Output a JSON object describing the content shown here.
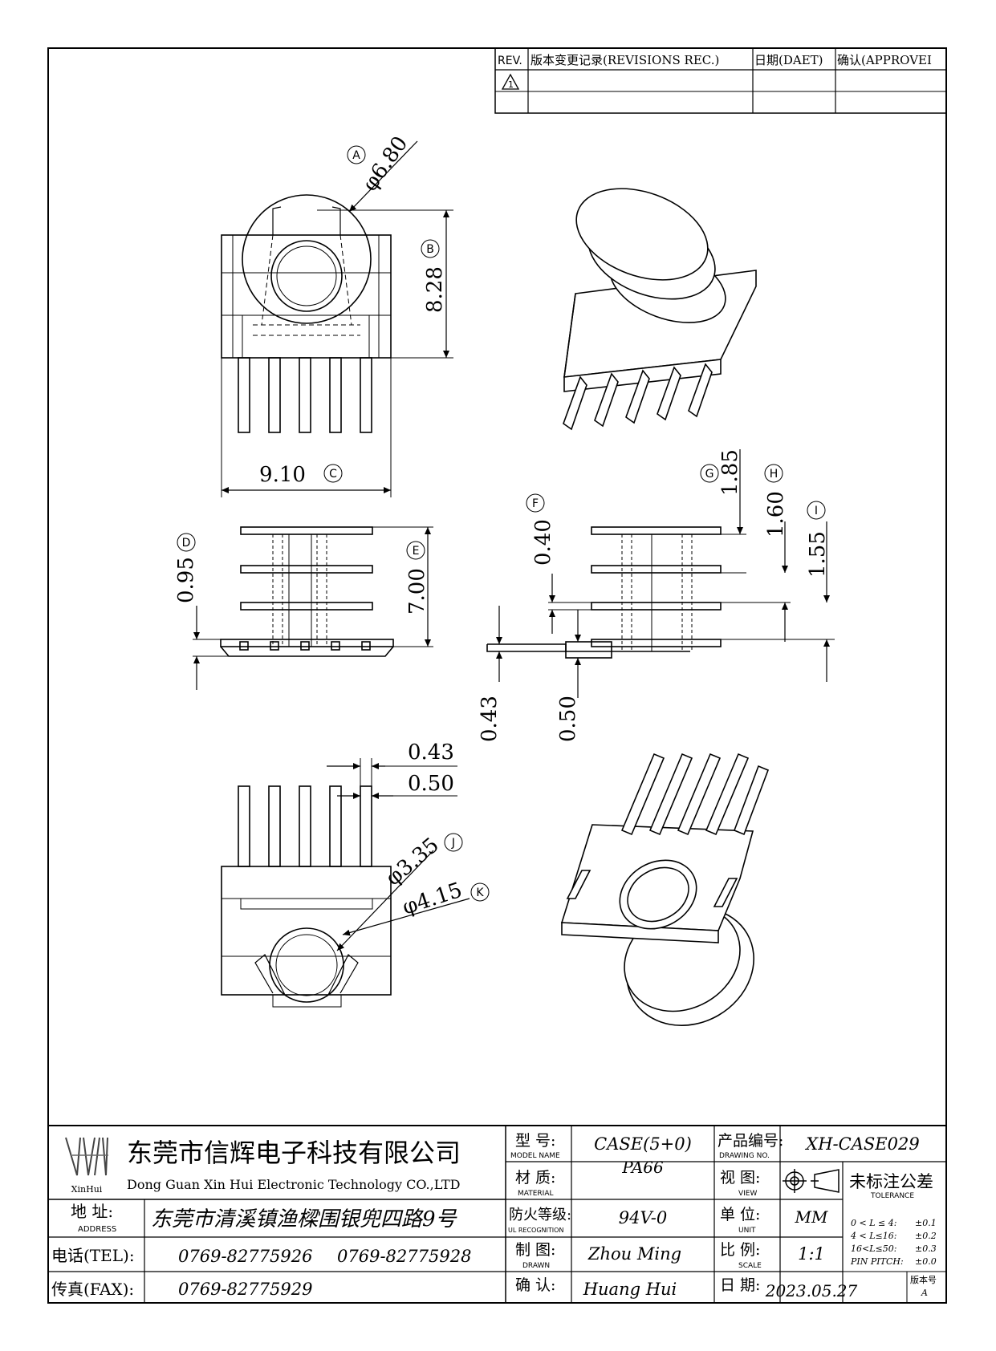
{
  "revision_table": {
    "headers": [
      "REV.",
      "版本变更记录(REVISIONS REC.)",
      "日期(DAET)",
      "确认(APPROVEI"
    ],
    "row1_rev": "1"
  },
  "dimensions": {
    "A": "A",
    "dia_A": "φ6.80",
    "B": "B",
    "height_B": "8.28",
    "C": "C",
    "width_C": "9.10",
    "D": "D",
    "d_095": "0.95",
    "E": "E",
    "d_700": "7.00",
    "F": "F",
    "d_040": "0.40",
    "G": "G",
    "d_185": "1.85",
    "H": "H",
    "d_160": "1.60",
    "I": "I",
    "d_155": "1.55",
    "d_043_side": "0.43",
    "d_050_side": "0.50",
    "d_043_pin": "0.43",
    "d_050_pin": "0.50",
    "J": "J",
    "dia_J": "φ3.35",
    "K": "K",
    "dia_K": "φ4.15"
  },
  "title_block": {
    "logo_text": "XinHui",
    "company_cn": "东莞市信辉电子科技有限公司",
    "company_en": "Dong Guan Xin Hui Electronic Technology CO.,LTD",
    "address_label": "地  址:",
    "address_label_en": "ADDRESS",
    "address": "东莞市清溪镇渔樑围银兜四路9号",
    "tel_label": "电话(TEL):",
    "tel1": "0769-82775926",
    "tel2": "0769-82775928",
    "fax_label": "传真(FAX):",
    "fax": "0769-82775929",
    "model_label": "型  号:",
    "model_label_en": "MODEL NAME",
    "model": "CASE(5+0)",
    "material_label": "材  质:",
    "material_label_en": "MATERIAL",
    "material": "PA66",
    "flame_label": "防火等级:",
    "flame_label_en": "UL RECOGNITION",
    "flame": "94V-0",
    "drawn_label": "制  图:",
    "drawn_label_en": "DRAWN",
    "drawn": "Zhou Ming",
    "check_label": "确  认:",
    "checked": "Huang Hui",
    "drawing_no_label": "产品编号:",
    "drawing_no_label_en": "DRAWING NO.",
    "drawing_no": "XH-CASE029",
    "view_label": "视  图:",
    "view_label_en": "VIEW",
    "unit_label": "单  位:",
    "unit_label_en": "UNIT",
    "unit": "MM",
    "scale_label": "比  例:",
    "scale_label_en": "SCALE",
    "scale": "1:1",
    "date_label": "日  期:",
    "date": "2023.05.27",
    "tolerance_label": "未标注公差",
    "tolerance_label_en": "TOLERANCE",
    "tolerances": [
      {
        "range": "0 < L ≤ 4:",
        "value": "±0.1"
      },
      {
        "range": "4 < L≤16:",
        "value": "±0.2"
      },
      {
        "range": "16<L≤50:",
        "value": "±0.3"
      },
      {
        "range": "PIN PITCH:",
        "value": "±0.0"
      }
    ],
    "version_label": "版本号",
    "version": "A"
  }
}
